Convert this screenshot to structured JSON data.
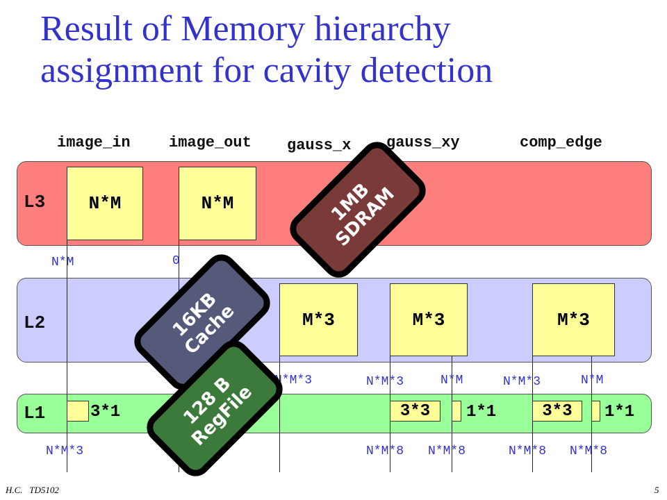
{
  "title": {
    "line1": "Result of Memory hierarchy",
    "line2": "assignment for cavity detection"
  },
  "columns": [
    "image_in",
    "image_out",
    "gauss_x",
    "gauss_xy",
    "comp_edge"
  ],
  "levels": {
    "l3": "L3",
    "l2": "L2",
    "l1": "L1"
  },
  "l3_boxes": [
    "N*M",
    "N*M"
  ],
  "l2_boxes": [
    "M*3",
    "M*3",
    "M*3"
  ],
  "l1_labels": [
    "3*1",
    "3*3",
    "1*1",
    "3*3",
    "1*1"
  ],
  "between_l3_l2": [
    "N*M",
    "0"
  ],
  "between_l2_l1": [
    "N*M*3",
    "N*M*3",
    "N*M",
    "N*M*3",
    "N*M"
  ],
  "below_l1": [
    "N*M*3",
    "N*M*8",
    "N*M*8",
    "N*M*8",
    "N*M*8"
  ],
  "badges": {
    "sdram": {
      "line1": "1MB",
      "line2": "SDRAM",
      "color": "#7a3a3a"
    },
    "cache": {
      "line1": "16KB",
      "line2": "Cache",
      "color": "#555a7a"
    },
    "regfile": {
      "line1": "128 B",
      "line2": "RegFile",
      "color": "#3c7a3c"
    }
  },
  "colors": {
    "title": "#3333cc",
    "l3_band": "#ff7f7f",
    "l2_band": "#ccccff",
    "l1_band": "#99ff99",
    "box_fill": "#ffff99",
    "annotation": "#3333cc"
  },
  "footer": {
    "left": "H.C.   TD5102",
    "right": "5"
  }
}
